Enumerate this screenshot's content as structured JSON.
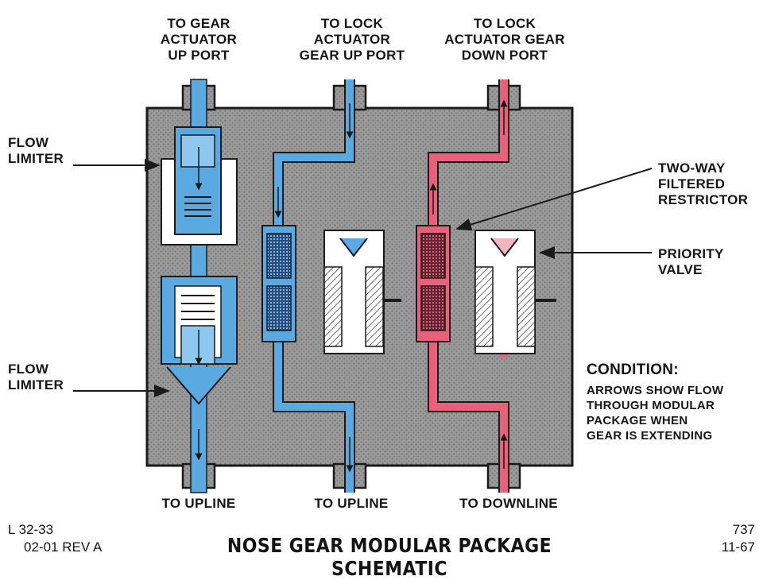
{
  "top_labels": {
    "gear_up_port": [
      "TO GEAR",
      "ACTUATOR",
      "UP PORT"
    ],
    "lock_up_port": [
      "TO LOCK",
      "ACTUATOR",
      "GEAR UP PORT"
    ],
    "lock_down_port": [
      "TO LOCK",
      "ACTUATOR GEAR",
      "DOWN PORT"
    ]
  },
  "side_labels": {
    "flow_limiter_upper": [
      "FLOW",
      "LIMITER"
    ],
    "flow_limiter_lower": [
      "FLOW",
      "LIMITER"
    ],
    "two_way_restrictor": [
      "TWO-WAY",
      "FILTERED",
      "RESTRICTOR"
    ],
    "priority_valve": [
      "PRIORITY",
      "VALVE"
    ]
  },
  "condition": {
    "title": "CONDITION:",
    "lines": [
      "ARROWS SHOW FLOW",
      "THROUGH MODULAR",
      "PACKAGE WHEN",
      "GEAR IS EXTENDING"
    ]
  },
  "bottom_labels": {
    "upline_1": "TO UPLINE",
    "upline_2": "TO UPLINE",
    "downline": "TO DOWNLINE"
  },
  "footer": {
    "ref_code": "L 32-33",
    "revision": "02-01 REV A",
    "title": "NOSE GEAR MODULAR PACKAGE SCHEMATIC",
    "model": "737",
    "date": "11-67"
  },
  "colors": {
    "block": "#8e8e8e",
    "up_flow": "#5aa9e0",
    "down_flow": "#e8607a",
    "line": "#1a1a1a"
  }
}
